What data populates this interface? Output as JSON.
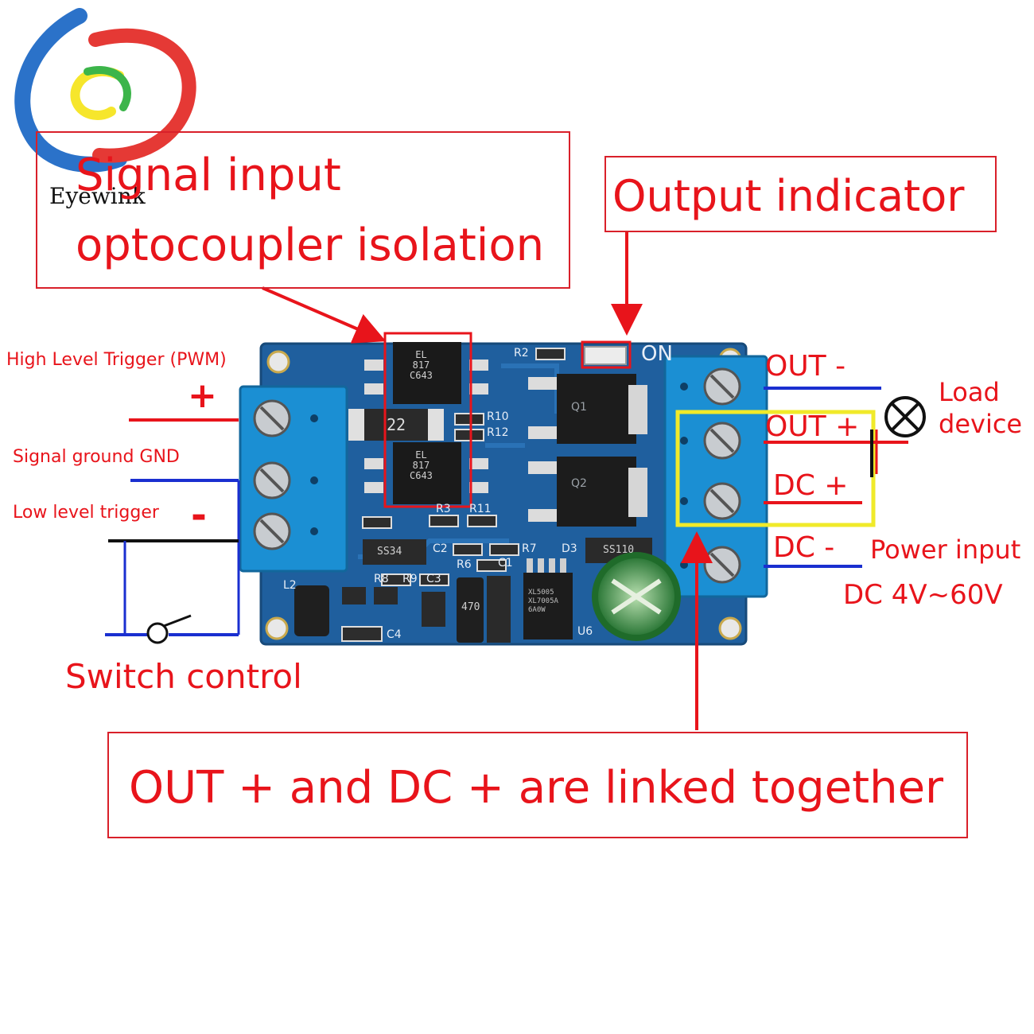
{
  "brand": {
    "name": "Eyewink"
  },
  "callouts": {
    "signal_input_line1": "Signal input",
    "signal_input_line2": "optocoupler isolation",
    "output_indicator": "Output indicator",
    "linked_note": "OUT + and DC + are linked together"
  },
  "left_labels": {
    "high_level_trigger": "High Level Trigger (PWM)",
    "plus": "+",
    "signal_ground": "Signal ground  GND",
    "low_level_trigger": "Low level trigger",
    "minus": "-",
    "switch_control": "Switch control"
  },
  "right_labels": {
    "out_minus": "OUT -",
    "out_plus": "OUT +",
    "dc_plus": "DC  +",
    "dc_minus": "DC  -",
    "load_device_line1": "Load",
    "load_device_line2": "device",
    "power_input": "Power input",
    "voltage_range": "DC 4V~60V"
  },
  "pcb": {
    "led_label": "ON",
    "silkscreen": [
      "R2",
      "R10",
      "R12",
      "R3",
      "R11",
      "C2",
      "R6",
      "R7",
      "D3",
      "C1",
      "C3",
      "C4",
      "L2",
      "R8",
      "R9",
      "Q1",
      "Q2",
      "U6"
    ],
    "chip_text": [
      "EL",
      "817",
      "C643"
    ],
    "resistor_22": "22",
    "diode_ss34": "SS34",
    "diode_ss110": "SS110",
    "inductor_470": "470",
    "ic_text": [
      "XL5005",
      "XL7005A",
      "6A0W"
    ]
  },
  "colors": {
    "annotation_red": "#e8141b",
    "wire_blue": "#1a2fd0",
    "wire_black": "#111111",
    "highlight_yellow": "#f0ea2a",
    "pcb_blue": "#1f5f9e",
    "terminal_blue": "#1b8fd3"
  }
}
